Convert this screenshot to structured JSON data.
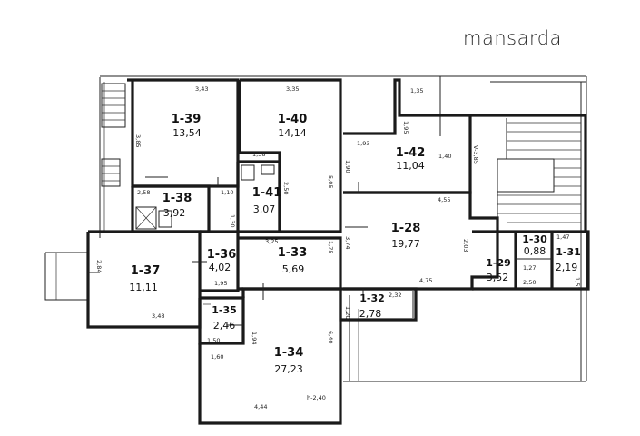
{
  "title": "mansarda",
  "rooms": [
    {
      "id": "1-39",
      "area": "13,54"
    },
    {
      "id": "1-40",
      "area": "14,14"
    },
    {
      "id": "1-42",
      "area": "11,04"
    },
    {
      "id": "1-38",
      "area": "3,92"
    },
    {
      "id": "1-41",
      "area": "3,07"
    },
    {
      "id": "1-28",
      "area": "19,77"
    },
    {
      "id": "1-37",
      "area": "11,11"
    },
    {
      "id": "1-36",
      "area": "4,02"
    },
    {
      "id": "1-33",
      "area": "5,69"
    },
    {
      "id": "1-30",
      "area": "0,88"
    },
    {
      "id": "1-29",
      "area": "3,52"
    },
    {
      "id": "1-31",
      "area": "2,19"
    },
    {
      "id": "1-32",
      "area": "2,78"
    },
    {
      "id": "1-35",
      "area": "2,46"
    },
    {
      "id": "1-34",
      "area": "27,23"
    }
  ],
  "dimensions": [
    "3,43",
    "3,35",
    "1,35",
    "3,85",
    "1,95",
    "1,38",
    "2,50",
    "5,05",
    "1,93",
    "1,90",
    "1,40",
    "V-3,85",
    "4,55",
    "2,58",
    "1,10",
    "1,30",
    "3,25",
    "1,75",
    "3,74",
    "2,03",
    "1,47",
    "2,84",
    "1,95",
    "4,75",
    "1,27",
    "2,50",
    "1,51",
    "1,20",
    "2,32",
    "3,48",
    "1,50",
    "1,94",
    "6,40",
    "1,60",
    "4,44",
    "h-2,40"
  ]
}
